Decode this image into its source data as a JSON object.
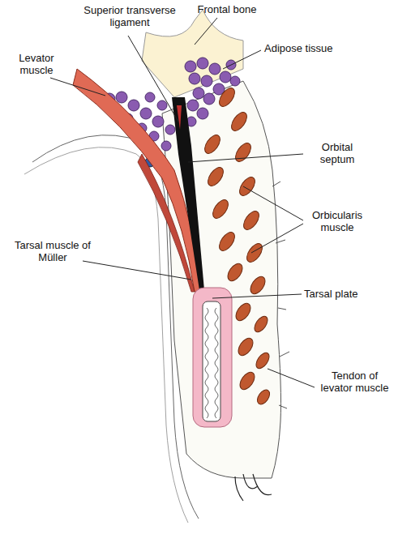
{
  "diagram": {
    "labels": [
      "Superior transverse ligament",
      "Frontal bone",
      "Adipose tissue",
      "Levator muscle",
      "Orbital septum",
      "Orbicularis muscle",
      "Tarsal muscle of Müller",
      "Tarsal plate",
      "Tendon of levator muscle"
    ]
  }
}
